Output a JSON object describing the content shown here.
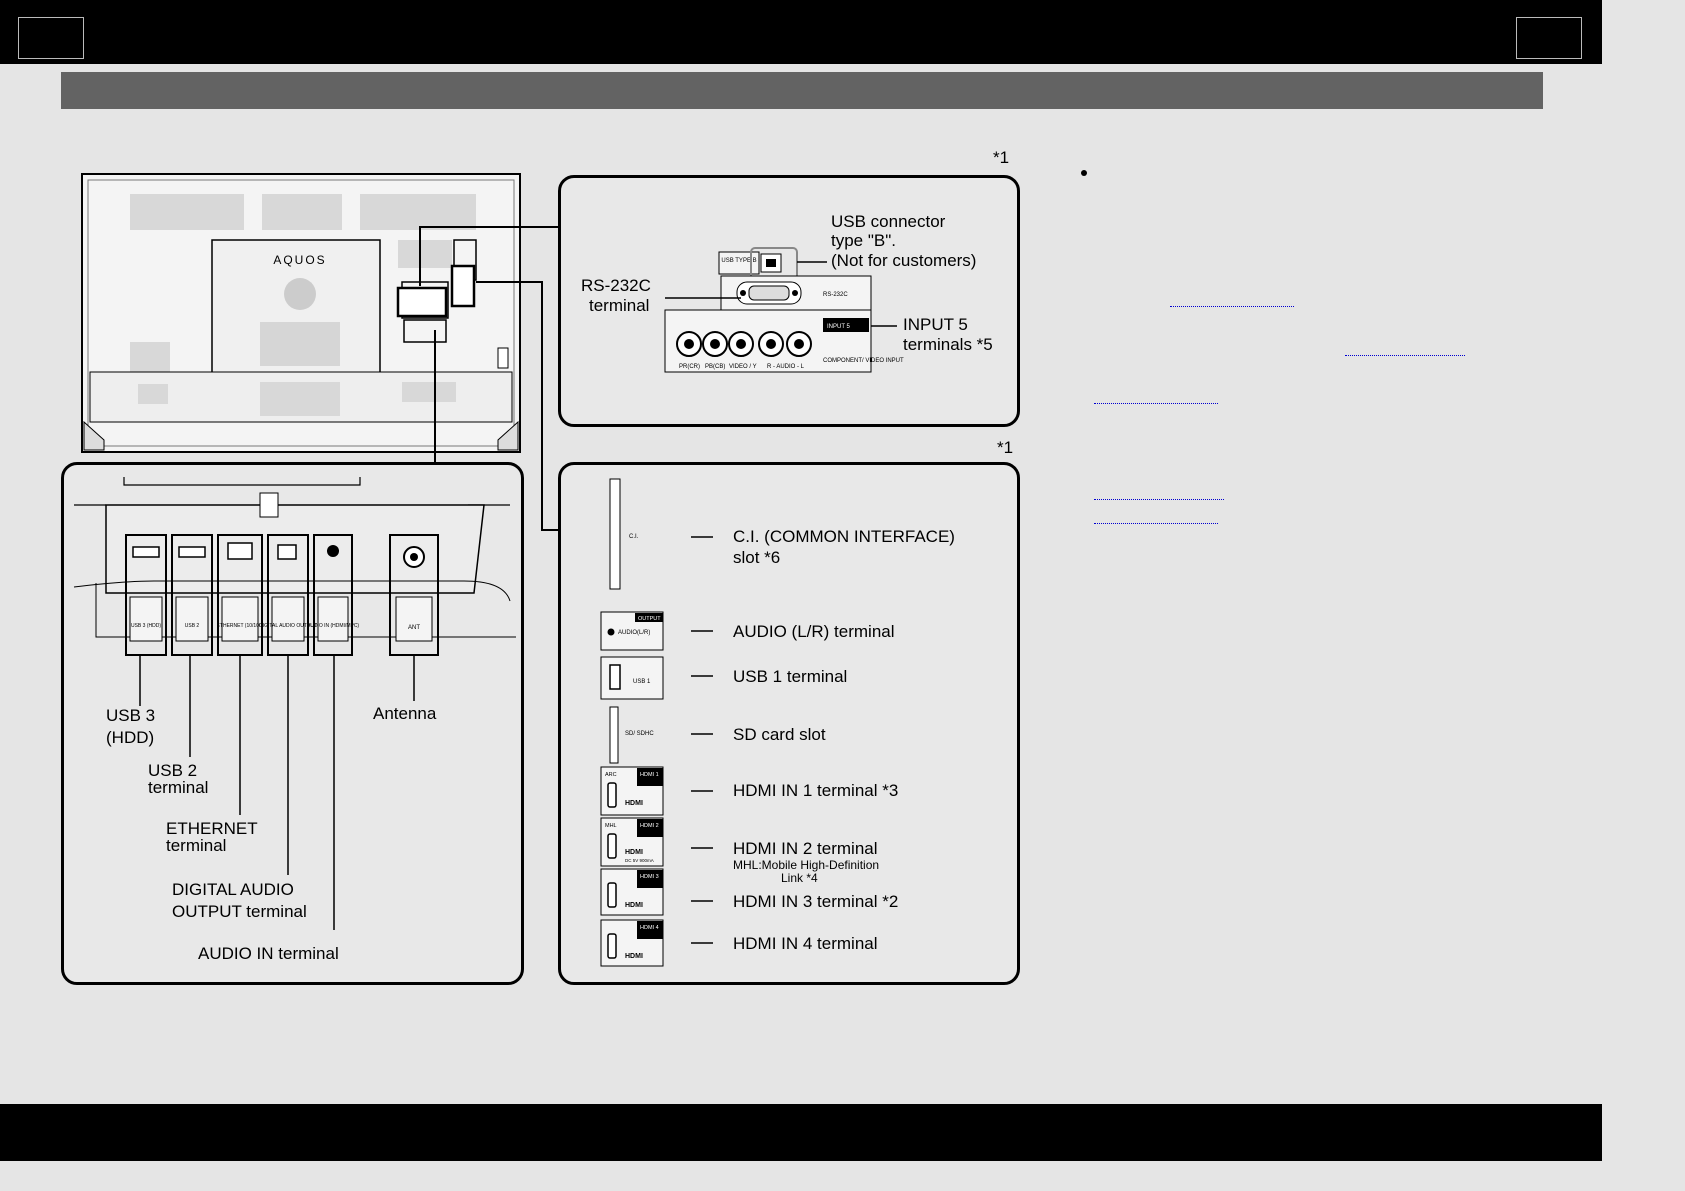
{
  "footnotes": {
    "top_panel": "*1",
    "right_panel": "*1"
  },
  "tv_brand": "AQUOS",
  "top_panel": {
    "usb_b_label": [
      "USB connector",
      "type \"B\".",
      "(Not for customers)"
    ],
    "rs232c_label": [
      "RS-232C",
      "terminal"
    ],
    "input5_label": [
      "INPUT 5",
      "terminals *5"
    ],
    "panel_text": {
      "usb_type_b": "USB TYPE B",
      "rs232c": "RS-232C",
      "input5": "INPUT 5",
      "component": "COMPONENT/ VIDEO INPUT",
      "pr": "PR(CR)",
      "pb": "PB(CB)",
      "video_y": "VIDEO / Y",
      "audio": "R - AUDIO - L"
    }
  },
  "left_panel": {
    "labels": {
      "usb3": [
        "USB 3",
        "(HDD)"
      ],
      "usb2": [
        "USB 2",
        "terminal"
      ],
      "ethernet": [
        "ETHERNET",
        "terminal"
      ],
      "digital_audio": [
        "DIGITAL AUDIO",
        "OUTPUT terminal"
      ],
      "audio_in": "AUDIO IN terminal",
      "antenna": "Antenna"
    },
    "port_text": {
      "usb3": "USB 3 (HDD)",
      "usb2": "USB 2",
      "ethernet": "ETHERNET (10/100)",
      "digital": "DIGITAL AUDIO OUTPUT",
      "audio_in": "AUDIO IN (HDMI/MPC)",
      "ant": "ANT"
    }
  },
  "right_panel": {
    "ci_label": [
      "C.I. (COMMON INTERFACE)",
      "slot *6"
    ],
    "audio_lr_label": "AUDIO (L/R)  terminal",
    "usb1_label": "USB 1 terminal",
    "sd_label": "SD card slot",
    "hdmi1_label": "HDMI IN 1  terminal *3",
    "hdmi2_label": "HDMI IN 2  terminal",
    "mhl_label": [
      "MHL:Mobile High-Definition",
      "Link *4"
    ],
    "hdmi3_label": "HDMI IN 3  terminal *2",
    "hdmi4_label": "HDMI IN 4  terminal",
    "port_text": {
      "ci": "C.I.",
      "output": "OUTPUT",
      "audio_lr": "AUDIO(L/R)",
      "usb1": "USB 1",
      "sd": "SD/ SDHC",
      "arc": "ARC",
      "mhl": "MHL",
      "hdmi1": "HDMI 1",
      "hdmi2": "HDMI 2",
      "hdmi3": "HDMI 3",
      "hdmi4": "HDMI 4",
      "hdmi_logo": "HDMI",
      "dc5v": "DC 5V 900mA"
    }
  }
}
